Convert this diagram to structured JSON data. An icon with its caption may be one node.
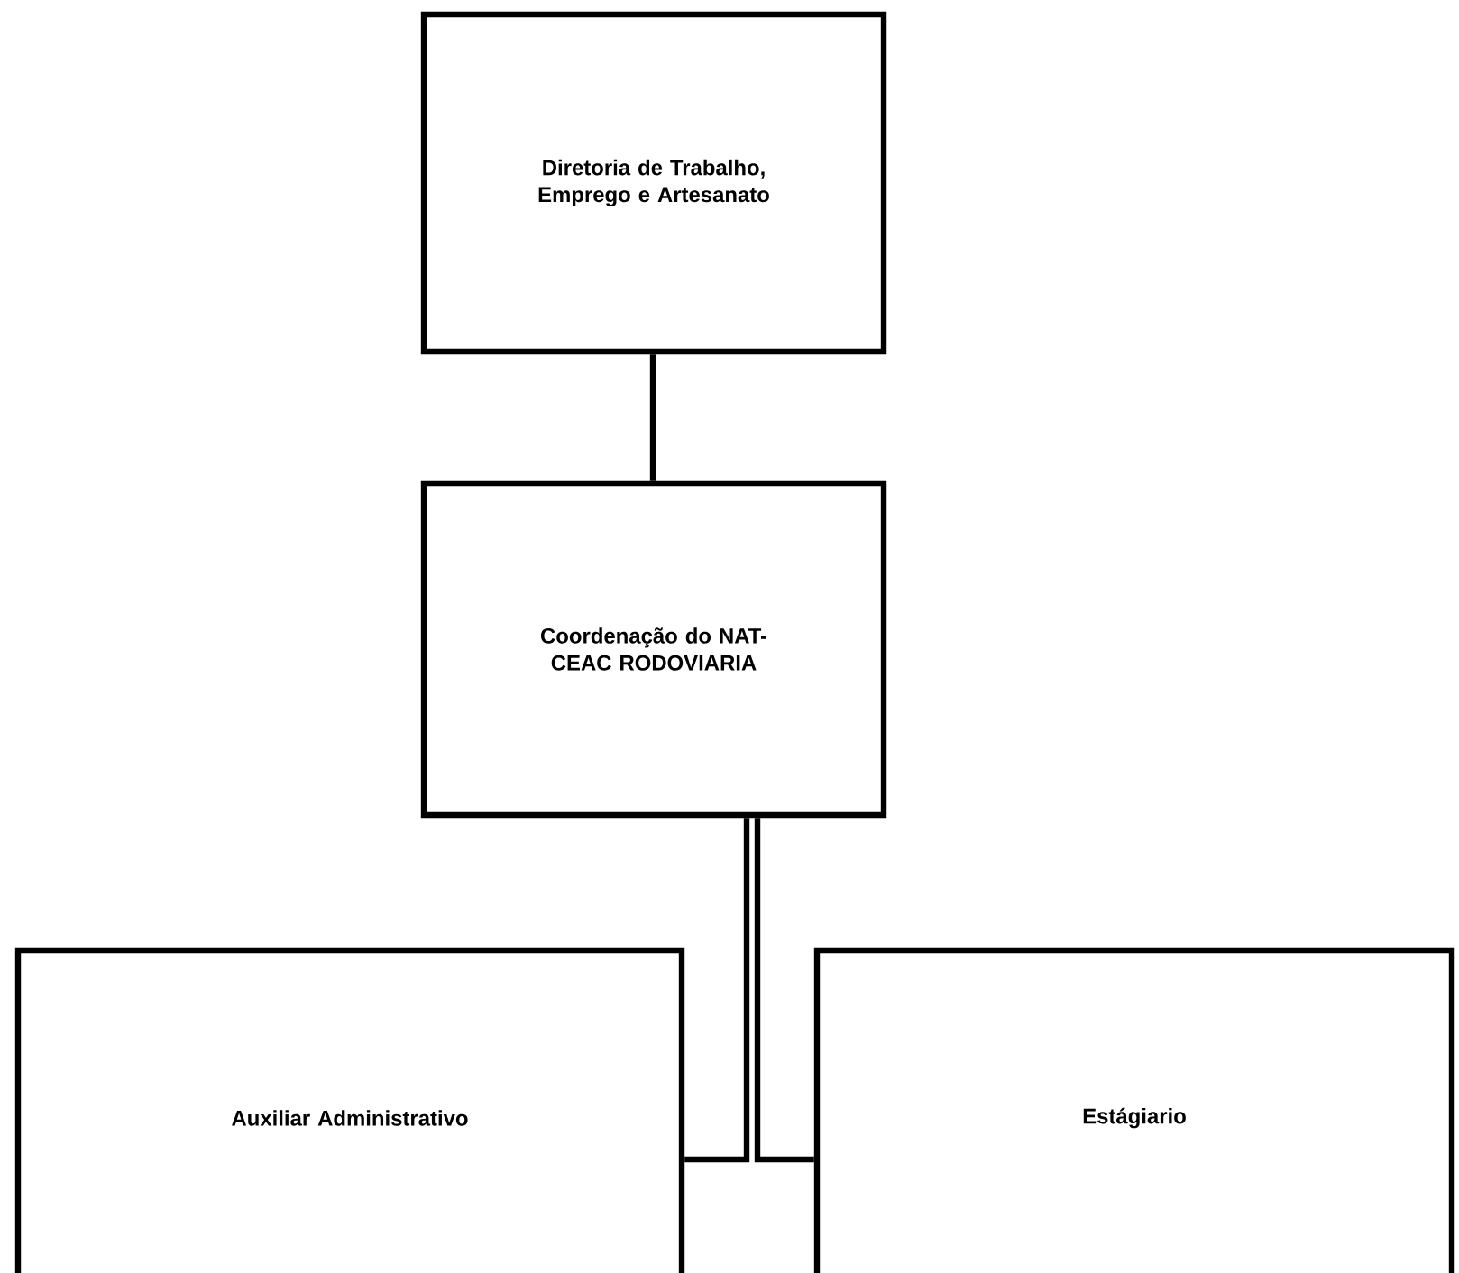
{
  "diagram": {
    "nodes": [
      {
        "text": [
          "Diretoria de Trabalho, Emprego e Artesanato"
        ]
      },
      {
        "text": [
          "Coordenação do NAT-CEAC RODOVIARIA"
        ]
      },
      {
        "text": [
          "Auxiliar Administrativo"
        ]
      },
      {
        "text": [
          "Estágiario"
        ]
      }
    ],
    "edges": [
      {
        "from": 0,
        "to": 1,
        "arrow": "none"
      },
      {
        "from": 1,
        "to": 2,
        "arrow": "none"
      },
      {
        "from": 1,
        "to": 3,
        "arrow": "none"
      }
    ]
  }
}
